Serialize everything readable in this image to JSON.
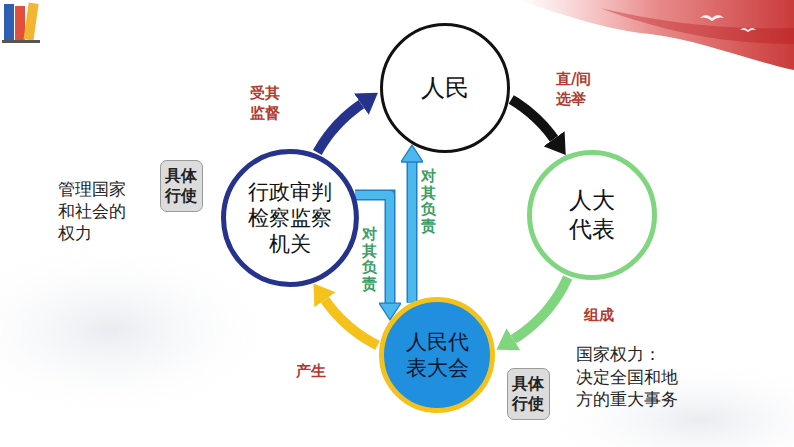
{
  "diagram": {
    "nodes": [
      {
        "text": [
          "人民"
        ]
      },
      {
        "text": [
          "行政审判检察监察机关"
        ]
      },
      {
        "text": [
          "人大代表"
        ]
      },
      {
        "text": [
          "人民代表大会"
        ]
      }
    ],
    "edges": [
      {
        "from": 0,
        "to": 2,
        "label": "直/间选举",
        "arrow": "to"
      },
      {
        "from": 2,
        "to": 3,
        "label": "组成",
        "arrow": "to"
      },
      {
        "from": 3,
        "to": 1,
        "label": "产生",
        "arrow": "to"
      },
      {
        "from": 1,
        "to": 0,
        "label": "受其监督",
        "arrow": "to"
      },
      {
        "from": 3,
        "to": 0,
        "label": "对其负责",
        "arrow": "to"
      },
      {
        "from": 1,
        "to": 3,
        "label": "对其负责",
        "arrow": "to"
      }
    ],
    "labels": [
      "管理国家和社会的权力",
      "具体行使",
      "具体行使",
      "国家权力：",
      "决定全国和地方的重大事务"
    ]
  }
}
